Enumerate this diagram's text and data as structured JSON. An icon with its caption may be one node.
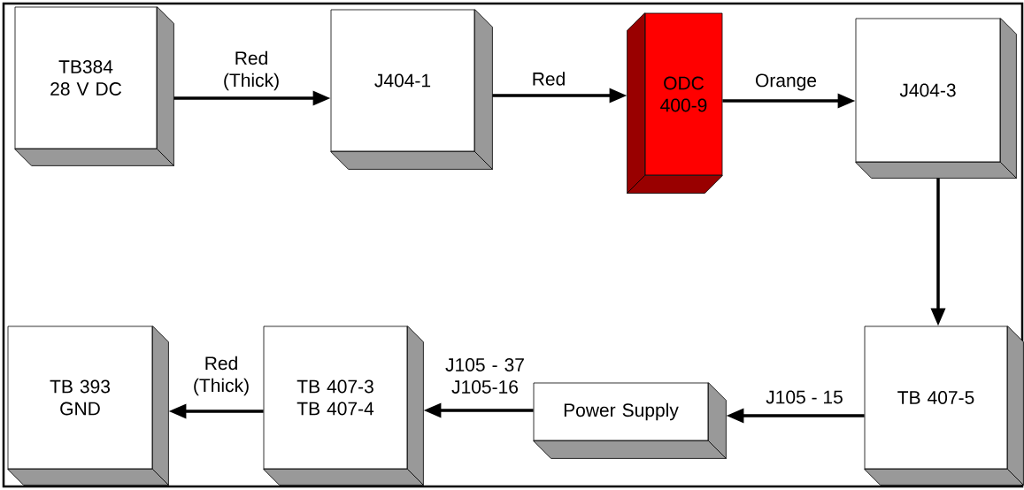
{
  "diagram": {
    "nodes": [
      {
        "text": [
          "TB384 28 V DC"
        ]
      },
      {
        "text": [
          "J404-1"
        ]
      },
      {
        "text": [
          "ODC 400-9"
        ]
      },
      {
        "text": [
          "J404-3"
        ]
      },
      {
        "text": [
          "TB 407-5"
        ]
      },
      {
        "text": [
          "Power Supply"
        ]
      },
      {
        "text": [
          "TB 407-3 TB 407-4"
        ]
      },
      {
        "text": [
          "TB 393 GND"
        ]
      }
    ],
    "edges": [
      {
        "from": 0,
        "to": 1,
        "arrow": "to",
        "label": "Red (Thick)"
      },
      {
        "from": 1,
        "to": 2,
        "arrow": "to",
        "label": "Red"
      },
      {
        "from": 2,
        "to": 3,
        "arrow": "to",
        "label": "Orange"
      },
      {
        "from": 3,
        "to": 4,
        "arrow": "to"
      },
      {
        "from": 4,
        "to": 5,
        "arrow": "to",
        "label": "J105 - 15"
      },
      {
        "from": 5,
        "to": 6,
        "arrow": "to",
        "label": "J105 - 37 J105-16"
      },
      {
        "from": 6,
        "to": 7,
        "arrow": "to",
        "label": "Red (Thick)"
      }
    ]
  }
}
